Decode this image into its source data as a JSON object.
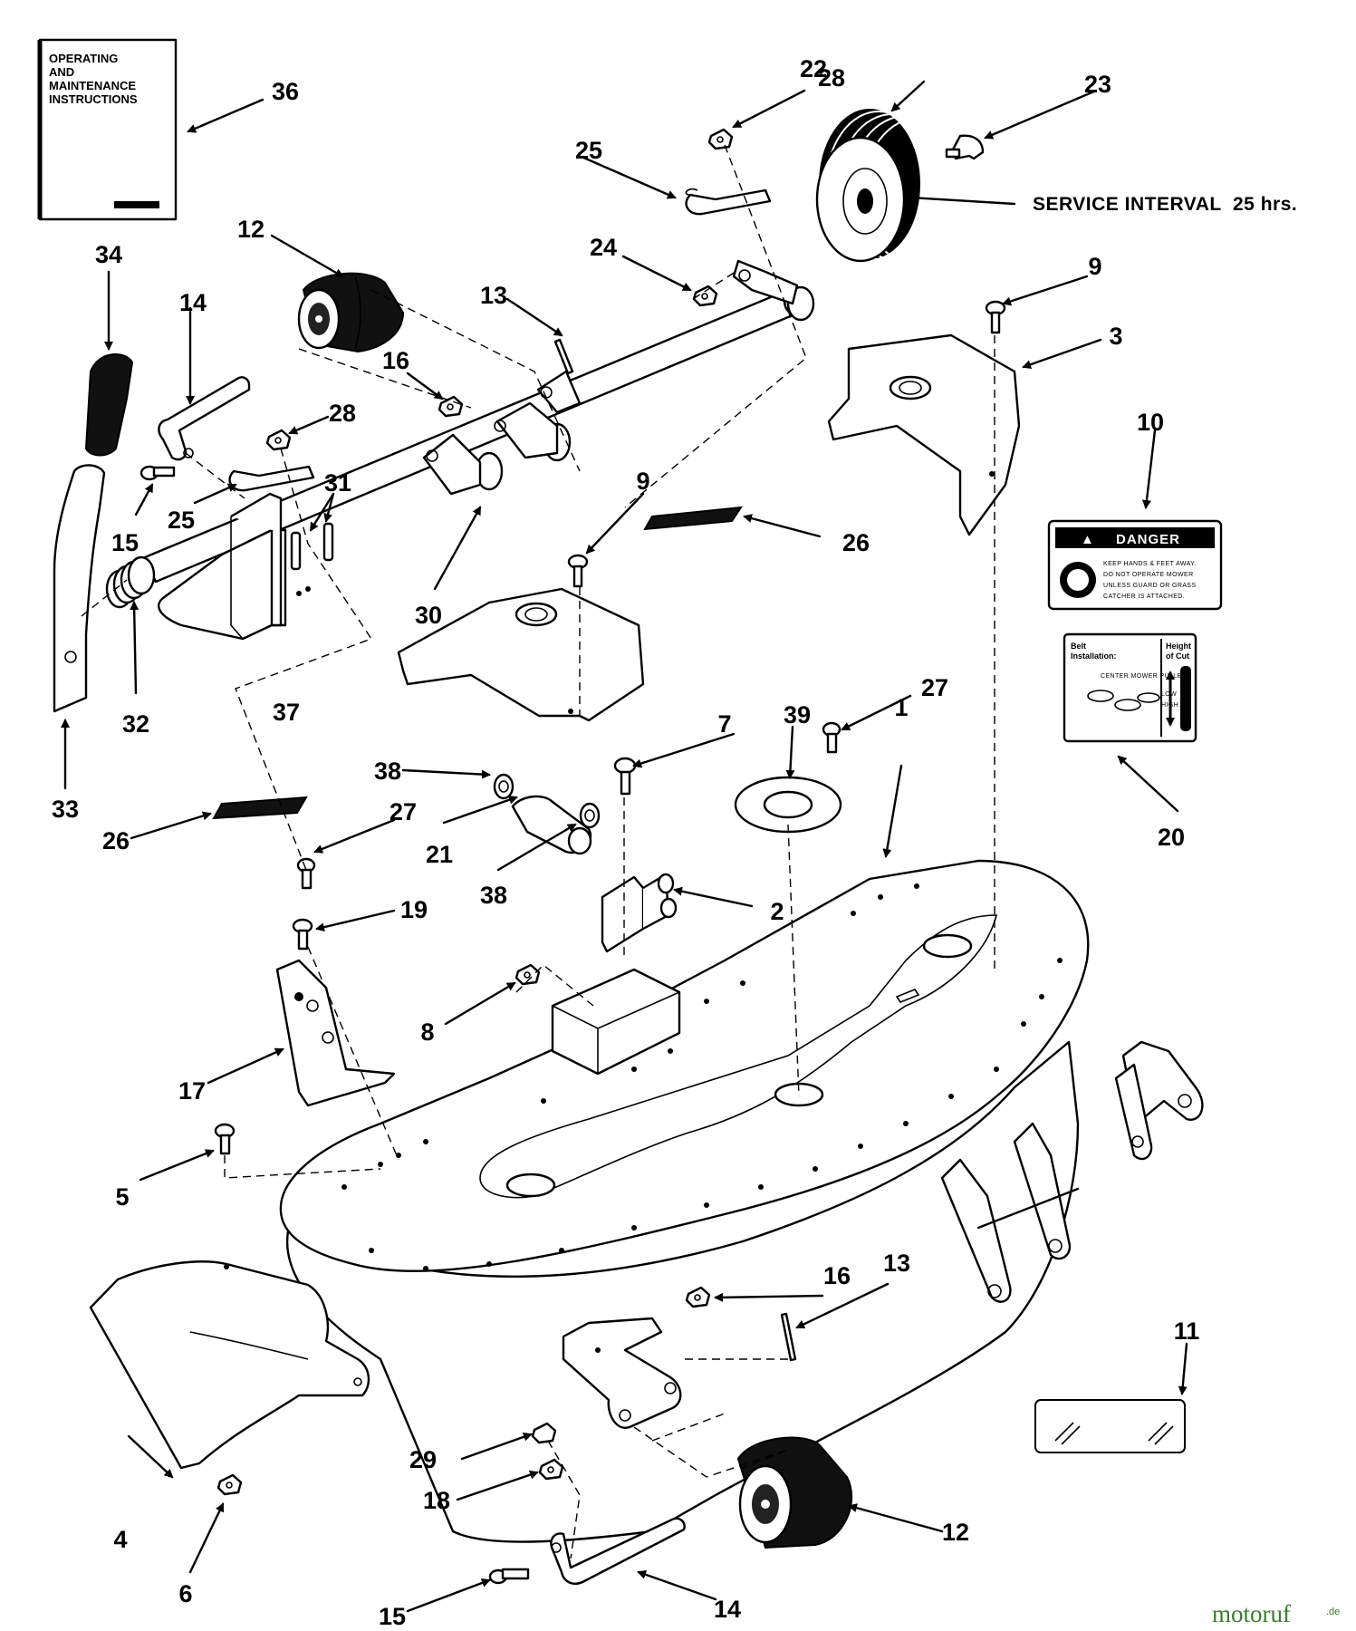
{
  "manual": {
    "line1": "OPERATING",
    "line2": "AND",
    "line3": "MAINTENANCE",
    "line4": "INSTRUCTIONS"
  },
  "service_note": "SERVICE INTERVAL  25 hrs.",
  "danger_decal": {
    "header": "DANGER",
    "line1": "KEEP HANDS & FEET AWAY.",
    "line2": "DO NOT OPERATE MOWER",
    "line3": "UNLESS GUARD OR GRASS",
    "line4": "CATCHER IS ATTACHED."
  },
  "belt_decal": {
    "title_line1": "Belt",
    "title_line2": "Installation:",
    "height_line1": "Height",
    "height_line2": "of Cut",
    "pulley_label": "CENTER MOWER PULLEY",
    "low": "LOW",
    "high": "HIGH"
  },
  "callouts": {
    "c1": "1",
    "c2": "2",
    "c3": "3",
    "c4": "4",
    "c5": "5",
    "c6": "6",
    "c7": "7",
    "c8": "8",
    "c9a": "9",
    "c9b": "9",
    "c10": "10",
    "c11": "11",
    "c12a": "12",
    "c12b": "12",
    "c13a": "13",
    "c13b": "13",
    "c14a": "14",
    "c14b": "14",
    "c15a": "15",
    "c15b": "15",
    "c16a": "16",
    "c16b": "16",
    "c17": "17",
    "c18": "18",
    "c19": "19",
    "c20": "20",
    "c21": "21",
    "c22": "22",
    "c23": "23",
    "c24": "24",
    "c25a": "25",
    "c25b": "25",
    "c26a": "26",
    "c26b": "26",
    "c27a": "27",
    "c27b": "27",
    "c28a": "28",
    "c28b": "28",
    "c29": "29",
    "c30": "30",
    "c31": "31",
    "c32": "32",
    "c33": "33",
    "c34": "34",
    "c36": "36",
    "c37": "37",
    "c38a": "38",
    "c38b": "38",
    "c39": "39"
  },
  "watermark": {
    "brand": "motoruf",
    "suffix": ".de"
  }
}
